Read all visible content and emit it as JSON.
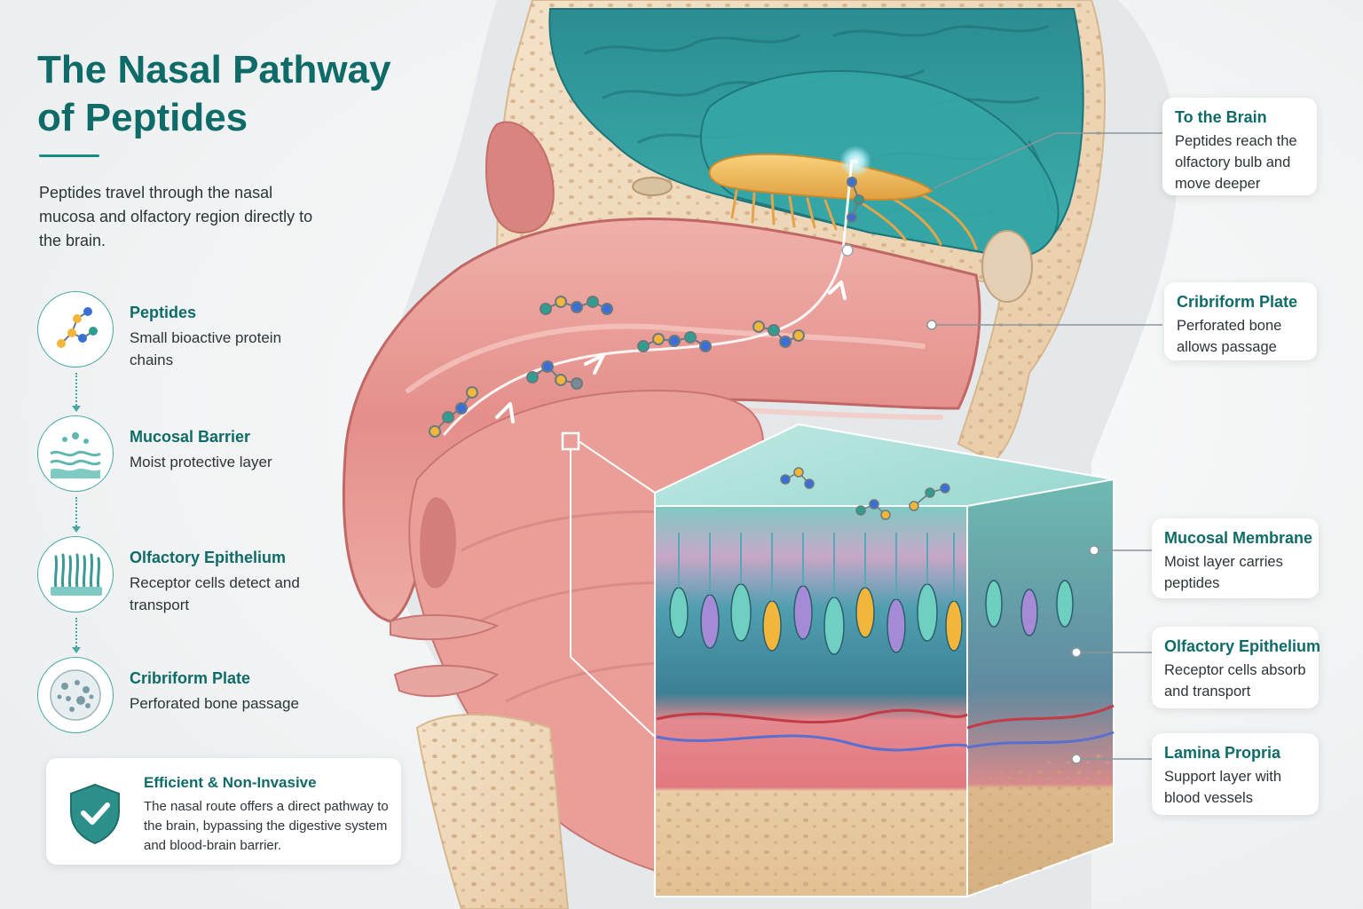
{
  "header": {
    "title": "The Nasal Pathway of Peptides",
    "intro": "Peptides travel through the nasal mucosa and olfactory region directly to the brain."
  },
  "steps": [
    {
      "title": "Peptides",
      "desc": "Small bioactive protein chains",
      "icon": "molecule-icon"
    },
    {
      "title": "Mucosal Barrier",
      "desc": "Moist protective layer",
      "icon": "mucus-droplets-icon"
    },
    {
      "title": "Olfactory Epithelium",
      "desc": "Receptor cells detect and transport",
      "icon": "receptor-cells-icon"
    },
    {
      "title": "Cribriform Plate",
      "desc": "Perforated bone passage",
      "icon": "perforated-bone-icon"
    }
  ],
  "benefit": {
    "title": "Efficient & Non-Invasive",
    "desc": "The nasal route offers a direct pathway to the brain, bypassing the digestive system and blood-brain barrier.",
    "icon": "shield-check-icon"
  },
  "callouts": [
    {
      "title": "To the Brain",
      "desc": "Peptides reach the olfactory bulb and move deeper"
    },
    {
      "title": "Cribriform Plate",
      "desc": "Perforated bone allows passage"
    },
    {
      "title": "Mucosal Membrane",
      "desc": "Moist layer carries peptides"
    },
    {
      "title": "Olfactory Epithelium",
      "desc": "Receptor cells absorb and transport"
    },
    {
      "title": "Lamina Propria",
      "desc": "Support layer with blood vessels"
    }
  ],
  "colors": {
    "accent": "#0f6b68",
    "brain": "#2f9e9e",
    "mucosa": "#e89a95",
    "bone": "#efd9bd",
    "bulb": "#f0b95a"
  }
}
